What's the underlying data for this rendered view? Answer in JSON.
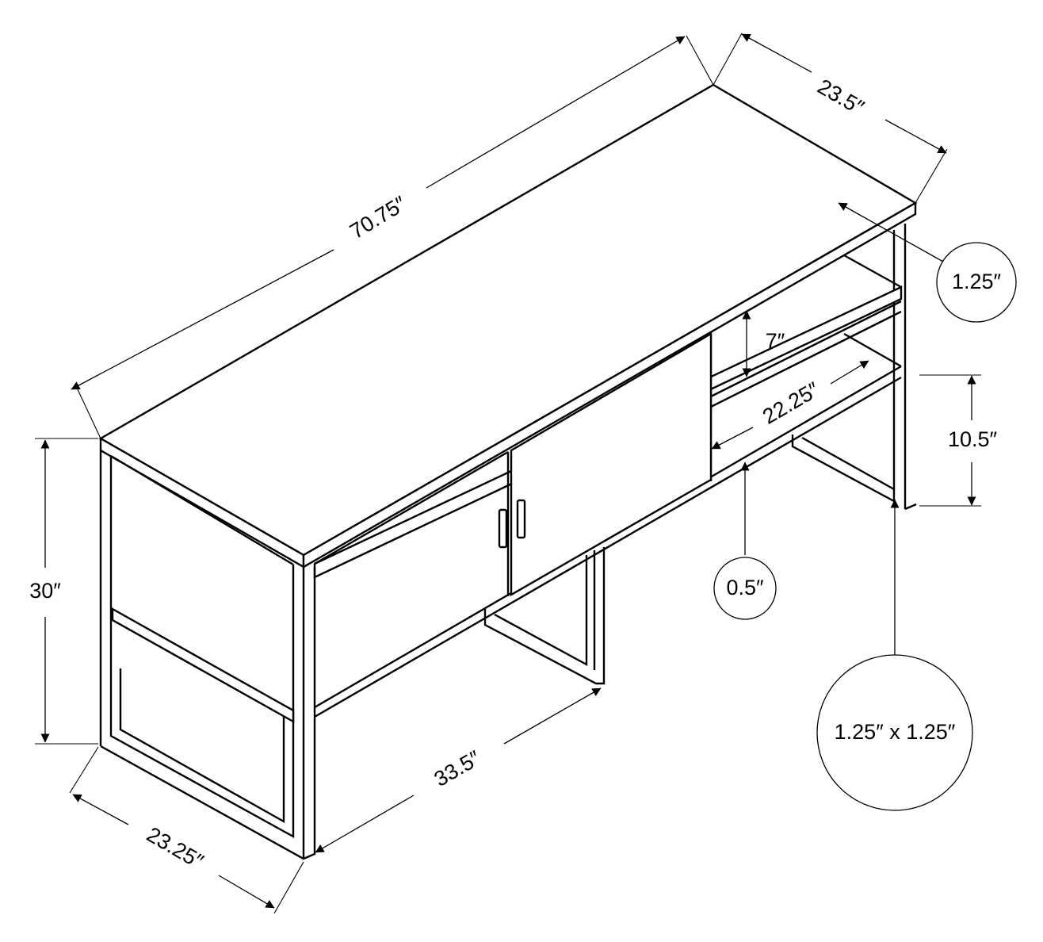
{
  "diagram": {
    "subject": "TV console with metal frame, two sliding doors and two open shelves",
    "colors": {
      "line": "#000000",
      "background": "#ffffff"
    },
    "dimensions": {
      "overall_length": "70.75″",
      "top_depth": "23.5″",
      "top_thickness": "1.25″",
      "shelf_gap": "7″",
      "shelf_depth": "22.25″",
      "lower_opening_height": "10.5″",
      "shelf_thickness": "0.5″",
      "leg_profile": "1.25″ x 1.25″",
      "overall_height": "30″",
      "inner_frame_width": "33.5″",
      "base_depth": "23.25″"
    }
  }
}
